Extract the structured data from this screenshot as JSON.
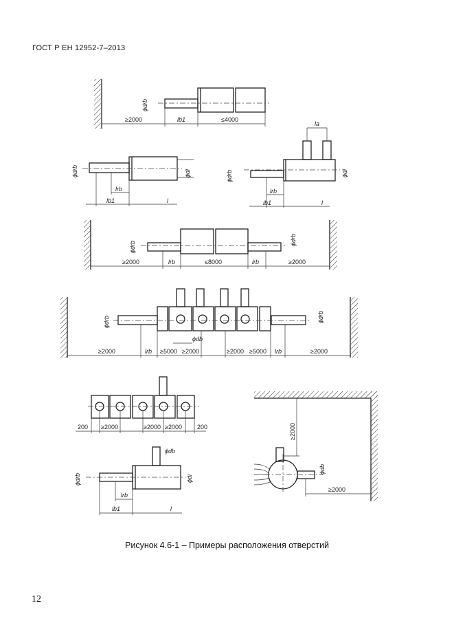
{
  "header": "ГОСТ Р ЕН 12952-7–2013",
  "caption": "Рисунок 4.6-1 – Примеры расположения отверстий",
  "page_number": "12",
  "figure": {
    "fig1": {
      "d": "ϕdrb",
      "dist_wall": "≥2000",
      "lb1": "lb1",
      "len": "≤4000"
    },
    "fig2a": {
      "d": "ϕdrb",
      "di": "ϕdi",
      "lrb": "lrb",
      "lb1": "lb1",
      "l": "l"
    },
    "fig2b": {
      "d": "ϕdrb",
      "di": "ϕdi",
      "la": "la",
      "lrb": "lrb",
      "lb1": "lb1",
      "l": "l"
    },
    "fig3": {
      "d_left": "ϕdrb",
      "d_right": "ϕdrb",
      "wall_left": "≥2000",
      "lrb_left": "lrb",
      "len": "≤8000",
      "lrb_right": "lrb",
      "wall_right": "≥2000"
    },
    "fig4": {
      "d_left": "ϕdrb",
      "d_right": "ϕdrb",
      "db": "ϕdb",
      "wall_left": "≥2000",
      "lrb_left": "lrb",
      "s1": "≥5000",
      "s2": "≥2000",
      "s3": "≥2000",
      "s4": "≥5000",
      "lrb_right": "lrb",
      "wall_right": "≥2000"
    },
    "fig5": {
      "e1": "200",
      "s1": "≥2000",
      "s2": "≥2000",
      "s3": "≥2000",
      "e2": "200"
    },
    "fig6": {
      "d": "ϕdrb",
      "db": "ϕdb",
      "di": "ϕdi",
      "lrb": "lrb",
      "lb1": "lb1",
      "l": "l"
    },
    "fig7": {
      "vert": "≥2000",
      "horiz": "≥2000",
      "d": "ϕdb"
    }
  }
}
